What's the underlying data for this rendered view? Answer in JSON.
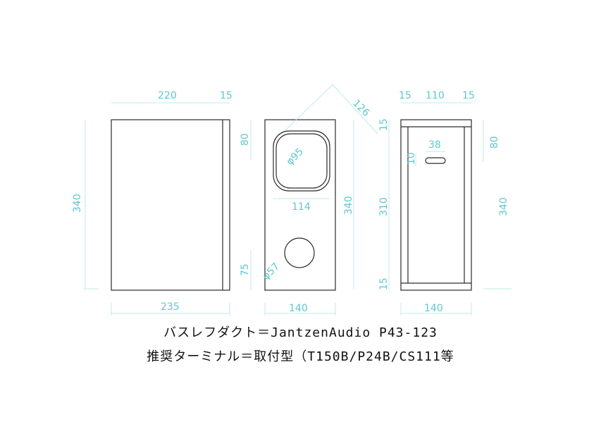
{
  "views": {
    "side": {
      "width_top": "220",
      "panel_top": "15",
      "height": "340",
      "width_bottom": "235"
    },
    "front": {
      "diagonal": "126",
      "driver_offset": "80",
      "driver_diameter": "φ95",
      "driver_width": "114",
      "height": "340",
      "port_offset": "75",
      "port_diameter": "φ57",
      "width": "140"
    },
    "back": {
      "panel_left": "15",
      "inner_width": "110",
      "panel_right": "15",
      "top_panel": "15",
      "slot_width": "38",
      "slot_height": "10",
      "inner_height": "310",
      "bottom_panel": "15",
      "slot_offset": "80",
      "height": "340",
      "width": "140"
    }
  },
  "caption": {
    "line1": "バスレフダクト＝JantzenAudio P43-123",
    "line2": "推奨ターミナル＝取付型（T150B/P24B/CS111等"
  },
  "colors": {
    "dimension": "#5cc8cf",
    "dimension_line": "#bfe9ec",
    "outline": "#2a2a2a"
  }
}
